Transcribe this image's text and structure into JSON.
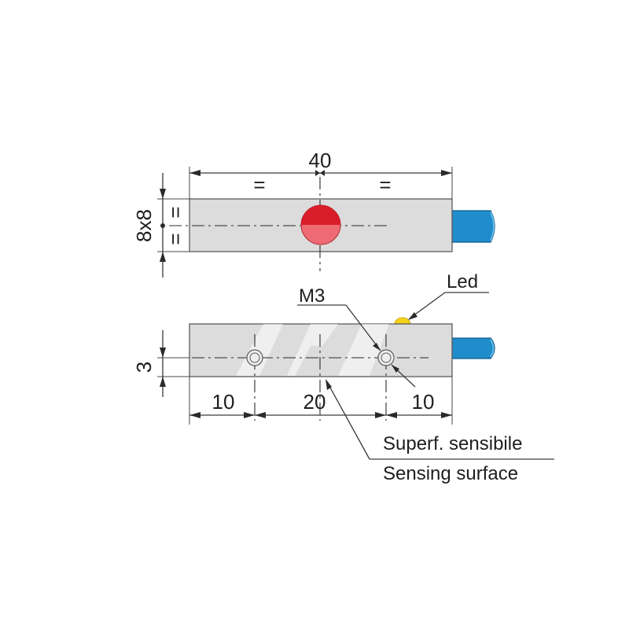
{
  "dimensions": {
    "overall_length": "40",
    "equal_sign": "=",
    "section_size": "8x8",
    "hole_offset_height": "3",
    "edge_to_hole_left": "10",
    "hole_spacing": "20",
    "hole_to_edge_right": "10"
  },
  "callouts": {
    "thread": "M3",
    "led": "Led",
    "sensing_surface_it": "Superf. sensibile",
    "sensing_surface_en": "Sensing surface"
  },
  "colors": {
    "body": "#dcdcdc",
    "sensing_face": "#e8404a",
    "led": "#f2d21b",
    "cable": "#1f8dcc"
  }
}
